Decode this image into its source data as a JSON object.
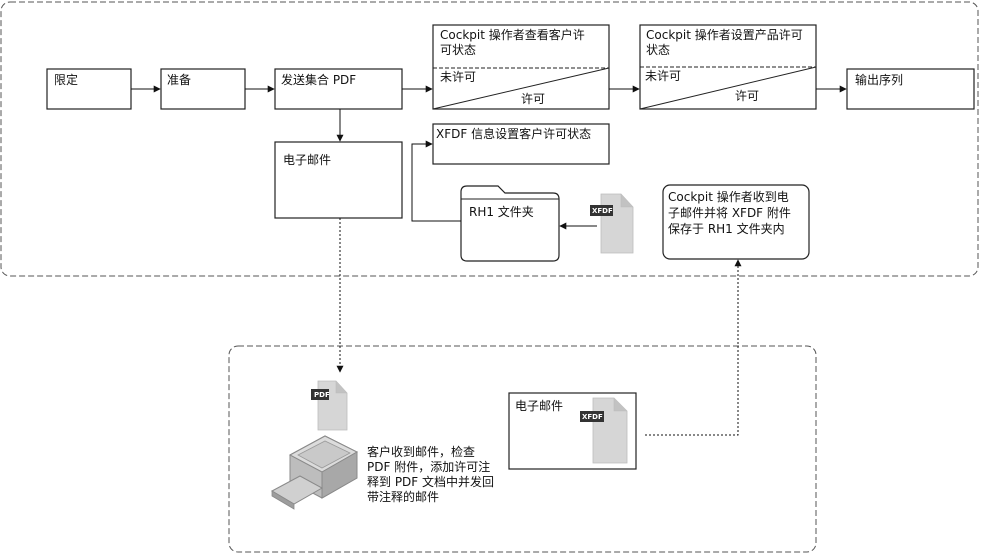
{
  "nodes": {
    "limit": "限定",
    "prepare": "准备",
    "send_pdf": "发送集合 PDF",
    "cockpit_view": [
      "Cockpit 操作者查看客户许",
      "可状态"
    ],
    "cockpit_view_unlicensed": "未许可",
    "cockpit_view_licensed": "许可",
    "cockpit_set": [
      "Cockpit 操作者设置产品许可",
      "状态"
    ],
    "cockpit_set_unlicensed": "未许可",
    "cockpit_set_licensed": "许可",
    "output": "输出序列",
    "email": "电子邮件",
    "xfdf_info": "XFDF 信息设置客户许可状态",
    "rh1_folder": "RH1 文件夹",
    "cockpit_receive": [
      "Cockpit 操作者收到电",
      "子邮件并将 XFDF 附件",
      "保存于 RH1 文件夹内"
    ],
    "customer_email": "电子邮件",
    "customer_action": [
      "客户收到邮件，检查",
      "PDF 附件，添加许可注",
      "释到 PDF 文档中并发回",
      "带注释的邮件"
    ]
  },
  "doc_tags": {
    "xfdf_top": "XFDF",
    "pdf": "PDF",
    "xfdf_bottom": "XFDF"
  },
  "icons": [
    "document-xfdf-icon",
    "document-pdf-icon",
    "printer-icon",
    "folder-icon"
  ],
  "colors": {
    "line": "#111111",
    "doc_fill": "#d6d6d6",
    "tag_fill": "#333333"
  }
}
